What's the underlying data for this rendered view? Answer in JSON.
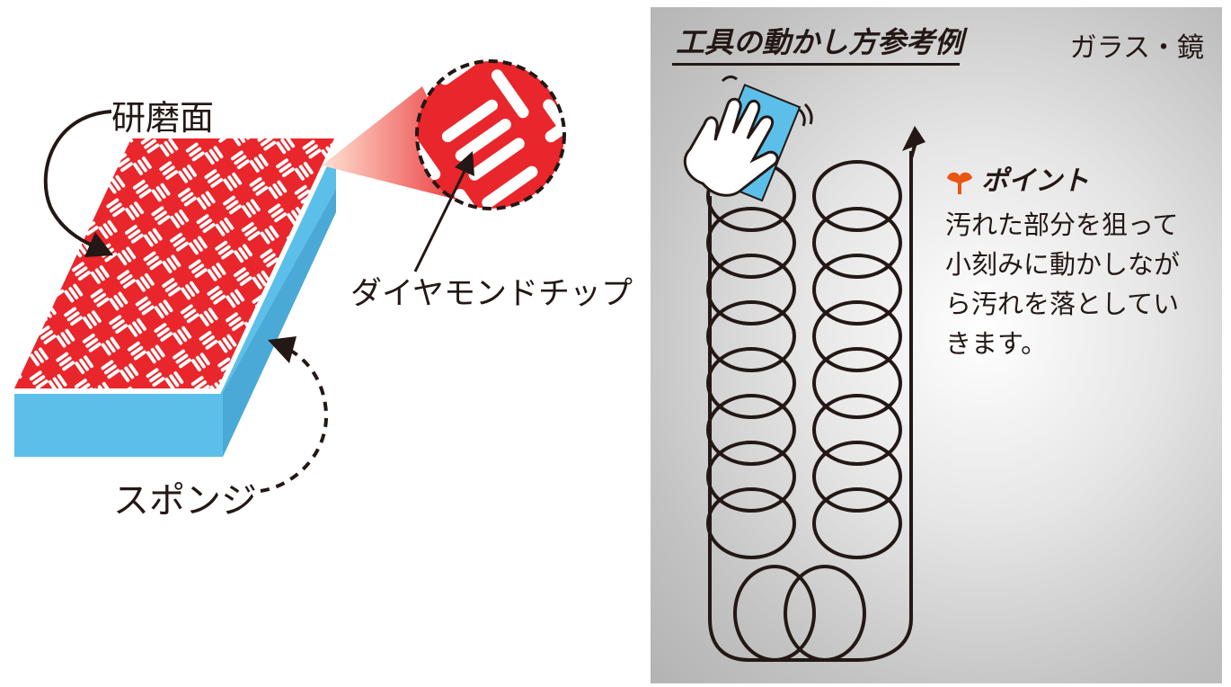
{
  "left_labels": {
    "grinding_surface": "研磨面",
    "diamond_chip": "ダイヤモンドチップ",
    "sponge": "スポンジ"
  },
  "right_panel": {
    "title": "工具の動かし方参考例",
    "material": "ガラス・鏡",
    "point_heading": "ポイント",
    "point_lines": [
      "汚れた部分を狙って",
      "小刻みに動かしなが",
      "ら汚れを落としてい",
      "きます。"
    ]
  },
  "colors": {
    "surface_red": "#e8262b",
    "sponge_blue": "#5bbfe9",
    "chip_white": "#ffffff",
    "point_orange": "#ea5514",
    "ink": "#231815"
  }
}
